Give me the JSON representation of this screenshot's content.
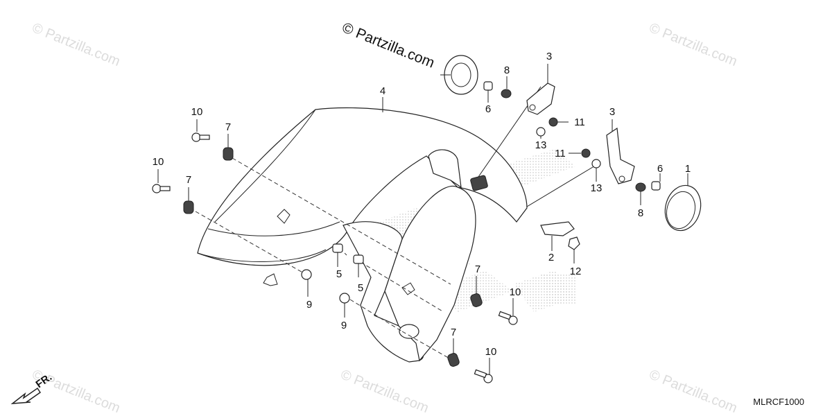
{
  "watermark": {
    "main": "© Partzilla.com",
    "faint": "© Partzilla.com"
  },
  "diagram_code": "MLRCF1000",
  "front_marker": "FR.",
  "callouts": {
    "c1": "1",
    "c2": "2",
    "c3a": "3",
    "c3b": "3",
    "c4": "4",
    "c5a": "5",
    "c5b": "5",
    "c6a": "6",
    "c6b": "6",
    "c7a": "7",
    "c7b": "7",
    "c7c": "7",
    "c7d": "7",
    "c8a": "8",
    "c8b": "8",
    "c9a": "9",
    "c9b": "9",
    "c10a": "10",
    "c10b": "10",
    "c10c": "10",
    "c10d": "10",
    "c11a": "11",
    "c11b": "11",
    "c12": "12",
    "c13a": "13",
    "c13b": "13"
  }
}
